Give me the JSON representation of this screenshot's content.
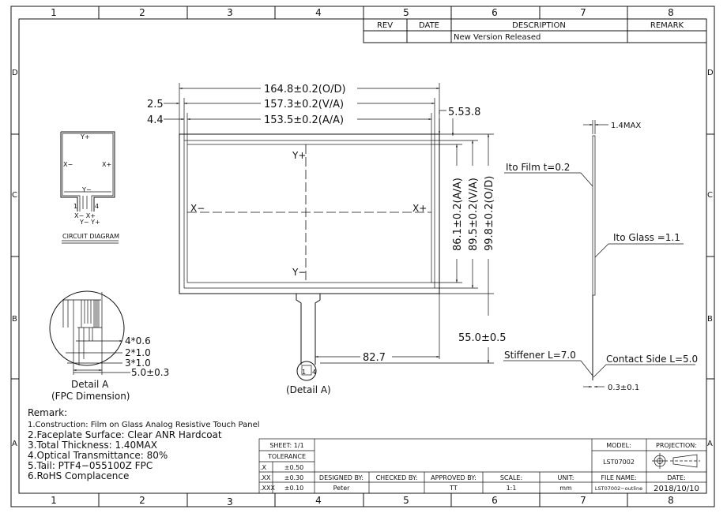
{
  "grid": {
    "columns": [
      "1",
      "2",
      "3",
      "4",
      "5",
      "6",
      "7",
      "8"
    ],
    "rows": [
      "D",
      "C",
      "B",
      "A"
    ]
  },
  "revision": {
    "headers": [
      "REV",
      "DATE",
      "DESCRIPTION",
      "REMARK"
    ],
    "row": {
      "rev": "",
      "date": "",
      "description": "New Version Released",
      "remark": ""
    }
  },
  "front_view": {
    "width_od": "164.8±0.2(O/D)",
    "width_va": "157.3±0.2(V/A)",
    "width_aa": "153.5±0.2(A/A)",
    "offset_va": "2.5",
    "offset_aa": "4.4",
    "top_offset": "5.53.8",
    "height_aa": "86.1±0.2(A/A)",
    "height_va": "89.5±0.2(V/A)",
    "height_od": "99.8±0.2(O/D)",
    "tail_length": "55.0±0.5",
    "tail_position": "82.7",
    "labels": {
      "y_plus": "Y+",
      "y_minus": "Y−",
      "x_minus": "X−",
      "x_plus": "X+"
    },
    "detail_callout": "(Detail A)",
    "pin1": "1",
    "pin4": "4"
  },
  "circuit": {
    "y_plus": "Y+",
    "x_minus": "X−",
    "x_plus": "X+",
    "y_minus": "Y−",
    "pin1": "1",
    "pin4": "4",
    "pins_row1": "X− X+",
    "pins_row2": "Y− Y+",
    "title": "CIRCUIT DIAGRAM"
  },
  "detail": {
    "dims": [
      "4*0.6",
      "2*1.0",
      "3*1.0",
      "5.0±0.3"
    ],
    "title": "Detail A",
    "subtitle": "(FPC Dimension)"
  },
  "side_view": {
    "thickness": "1.4MAX",
    "film": "Ito Film  t=0.2",
    "glass": "Ito Glass  =1.1",
    "stiffener": "Stiffener  L=7.0",
    "contact": "Contact Side  L=5.0",
    "tail_thickness": "0.3±0.1"
  },
  "remarks": {
    "title": "Remark:",
    "items": [
      "1.Construction: Film on Glass Analog Resistive Touch Panel",
      "2.Faceplate Surface: Clear ANR Hardcoat",
      "3.Total Thickness: 1.40MAX",
      "4.Optical Transmittance: 80%",
      "5.Tail: PTF4−055100Z FPC",
      "6.RoHS Complacence"
    ]
  },
  "title_block": {
    "sheet": "SHEET: 1/1",
    "tolerance": "TOLERANCE",
    "tol_rows": [
      {
        "k": ".X",
        "v": "±0.50"
      },
      {
        "k": ".XX",
        "v": "±0.30"
      },
      {
        "k": ".XXX",
        "v": "±0.10"
      }
    ],
    "designed_by_label": "DESIGNED BY:",
    "designed_by": "Peter",
    "checked_by_label": "CHECKED BY:",
    "checked_by": "",
    "approved_by_label": "APPROVED BY:",
    "approved_by": "TT",
    "scale_label": "SCALE:",
    "scale": "1:1",
    "unit_label": "UNIT:",
    "unit": "mm",
    "model_label": "MODEL:",
    "model": "LST07002",
    "projection_label": "PROJECTION:",
    "file_name_label": "FILE NAME:",
    "file_name": "LST07002−outline",
    "date_label": "DATE:",
    "date": "2018/10/10"
  }
}
